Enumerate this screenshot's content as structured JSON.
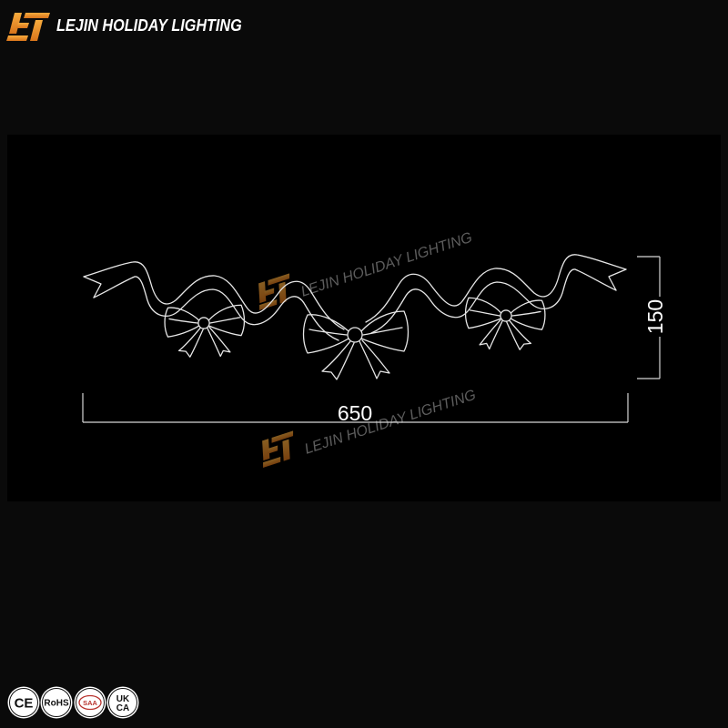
{
  "brand": {
    "name": "LEJIN HOLIDAY LIGHTING",
    "logo_icon": "lt-logo-icon"
  },
  "watermarks": [
    {
      "text": "LEJIN HOLIDAY LIGHTING",
      "icon": "lt-logo-icon"
    },
    {
      "text": "LEJIN HOLIDAY LIGHTING",
      "icon": "lt-logo-icon"
    }
  ],
  "dimensions": {
    "width": "650",
    "height": "150"
  },
  "certifications": [
    {
      "icon": "ce-mark-icon",
      "label": "CE"
    },
    {
      "icon": "rohs-mark-icon",
      "label": "RoHS"
    },
    {
      "icon": "saa-mark-icon",
      "label": "SAA"
    },
    {
      "icon": "ukca-mark-icon",
      "label_top": "UK",
      "label_bottom": "CA"
    }
  ],
  "colors": {
    "page_background": "#0a0a0a",
    "panel_background": "#000000",
    "accent": "#F39A2B",
    "line_art": "#E6E6E6",
    "watermark_text": "#6E6E6E"
  }
}
